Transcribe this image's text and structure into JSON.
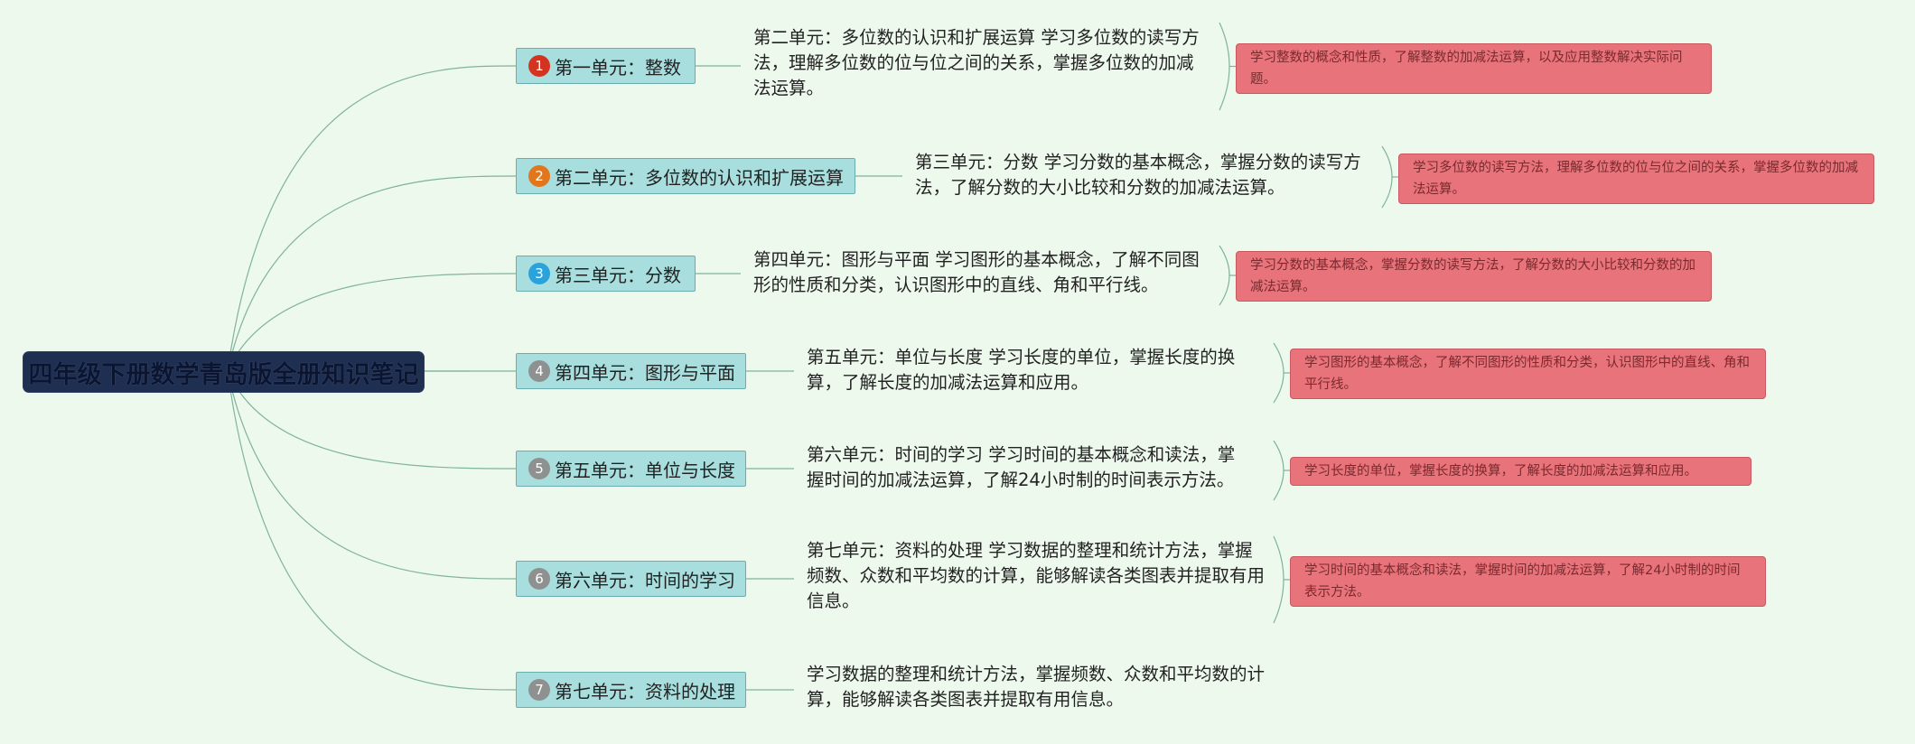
{
  "root": {
    "title": "四年级下册数学青岛版全册知识笔记"
  },
  "colors": {
    "background": "#eef9ee",
    "root_fill": "#1f2f52",
    "unit_fill": "#a8dede",
    "note_fill": "#e8737a",
    "line": "#7fb39a"
  },
  "units": [
    {
      "num": "1",
      "badge_color": "#d4331f",
      "label": "第一单元：整数",
      "desc": "第二单元：多位数的认识和扩展运算 学习多位数的读写方法，理解多位数的位与位之间的关系，掌握多位数的加减法运算。",
      "note": "学习整数的概念和性质，了解整数的加减法运算，以及应用整数解决实际问题。"
    },
    {
      "num": "2",
      "badge_color": "#e2761c",
      "label": "第二单元：多位数的认识和扩展运算",
      "desc": "第三单元：分数 学习分数的基本概念，掌握分数的读写方法，了解分数的大小比较和分数的加减法运算。",
      "note": "学习多位数的读写方法，理解多位数的位与位之间的关系，掌握多位数的加减法运算。"
    },
    {
      "num": "3",
      "badge_color": "#2aa3dd",
      "label": "第三单元：分数",
      "desc": "第四单元：图形与平面 学习图形的基本概念，了解不同图形的性质和分类，认识图形中的直线、角和平行线。",
      "note": "学习分数的基本概念，掌握分数的读写方法，了解分数的大小比较和分数的加减法运算。"
    },
    {
      "num": "4",
      "badge_color": "#8e9190",
      "label": "第四单元：图形与平面",
      "desc": "第五单元：单位与长度 学习长度的单位，掌握长度的换算，了解长度的加减法运算和应用。",
      "note": "学习图形的基本概念，了解不同图形的性质和分类，认识图形中的直线、角和平行线。"
    },
    {
      "num": "5",
      "badge_color": "#8e9190",
      "label": "第五单元：单位与长度",
      "desc": "第六单元：时间的学习 学习时间的基本概念和读法，掌握时间的加减法运算，了解24小时制的时间表示方法。",
      "note": "学习长度的单位，掌握长度的换算，了解长度的加减法运算和应用。"
    },
    {
      "num": "6",
      "badge_color": "#8e9190",
      "label": "第六单元：时间的学习",
      "desc": "第七单元：资料的处理 学习数据的整理和统计方法，掌握频数、众数和平均数的计算，能够解读各类图表并提取有用信息。",
      "note": "学习时间的基本概念和读法，掌握时间的加减法运算，了解24小时制的时间表示方法。"
    },
    {
      "num": "7",
      "badge_color": "#8e9190",
      "label": "第七单元：资料的处理",
      "desc": "学习数据的整理和统计方法，掌握频数、众数和平均数的计算，能够解读各类图表并提取有用信息。",
      "note": ""
    }
  ]
}
